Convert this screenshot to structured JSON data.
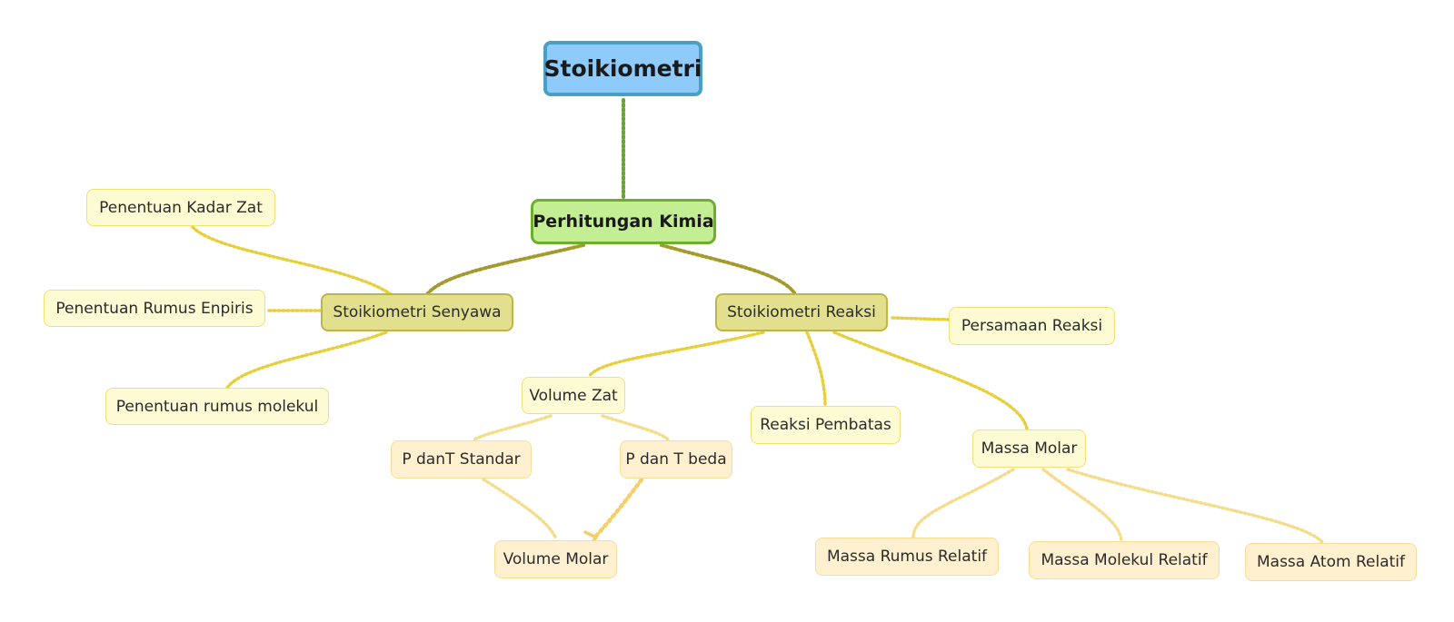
{
  "nodes": {
    "root": "Stoikiometri",
    "perhitungan": "Perhitungan Kimia",
    "senyawa": "Stoikiometri Senyawa",
    "reaksi": "Stoikiometri Reaksi",
    "kadar_zat": "Penentuan Kadar Zat",
    "rumus_empiris": "Penentuan Rumus Enpiris",
    "rumus_molekul": "Penentuan rumus molekul",
    "persamaan_reaksi": "Persamaan Reaksi",
    "volume_zat": "Volume Zat",
    "reaksi_pembatas": "Reaksi Pembatas",
    "massa_molar": "Massa Molar",
    "p_t_standar": "P danT Standar",
    "p_t_beda": "P dan T beda",
    "volume_molar": "Volume Molar",
    "massa_rumus_relatif": "Massa Rumus Relatif",
    "massa_molekul_relatif": "Massa Molekul Relatif",
    "massa_atom_relatif": "Massa Atom Relatif"
  },
  "colors": {
    "root_fill": "#8ecbfb",
    "root_border": "#4a9fc6",
    "main_fill": "#c4ee94",
    "main_border": "#6eae2c",
    "sub_fill": "#e3e08d",
    "leaf_fill": "#fdfbd3",
    "leaf2_fill": "#fff1cf",
    "edge_green": "#6aa33a",
    "edge_olive": "#a49a2e",
    "edge_yellow": "#e7cf3c",
    "edge_light": "#f5dc8a"
  }
}
